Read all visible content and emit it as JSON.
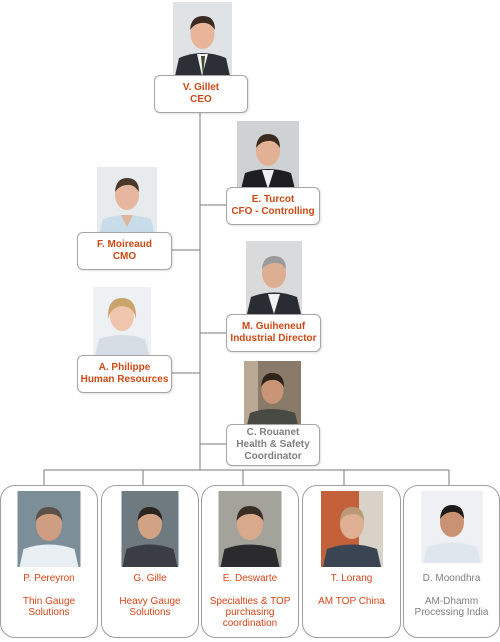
{
  "ceo": {
    "name": "V. Gillet",
    "title": "CEO"
  },
  "left": [
    {
      "name": "F. Moireaud",
      "title": "CMO"
    },
    {
      "name": "A. Philippe",
      "title": "Human Resources"
    }
  ],
  "right": [
    {
      "name": "E. Turcot",
      "title": "CFO - Controlling"
    },
    {
      "name": "M. Guiheneuf",
      "title": "Industrial Director"
    },
    {
      "name": "C. Rouanet",
      "title_line1": "Health & Safety",
      "title_line2": "Coordinator"
    }
  ],
  "bottom": [
    {
      "name": "P. Pereyron",
      "role_line1": "Thin Gauge",
      "role_line2": "Solutions"
    },
    {
      "name": "G. Gille",
      "role_line1": "Heavy Gauge",
      "role_line2": "Solutions"
    },
    {
      "name": "E. Deswarte",
      "role_line1": "Specialties",
      "role_line2": "& TOP",
      "role_line3": "purchasing",
      "role_line4": "coordination"
    },
    {
      "name": "T. Lorang",
      "role_line1": "AM TOP China"
    },
    {
      "name": "D. Moondhra",
      "role_line1": "AM-Dhamm",
      "role_line2": "Processing",
      "role_line3": "India"
    }
  ],
  "colors": {
    "accent": "#cc4a16",
    "grey_text": "#7f7f7f",
    "line": "#7a7a7a"
  }
}
